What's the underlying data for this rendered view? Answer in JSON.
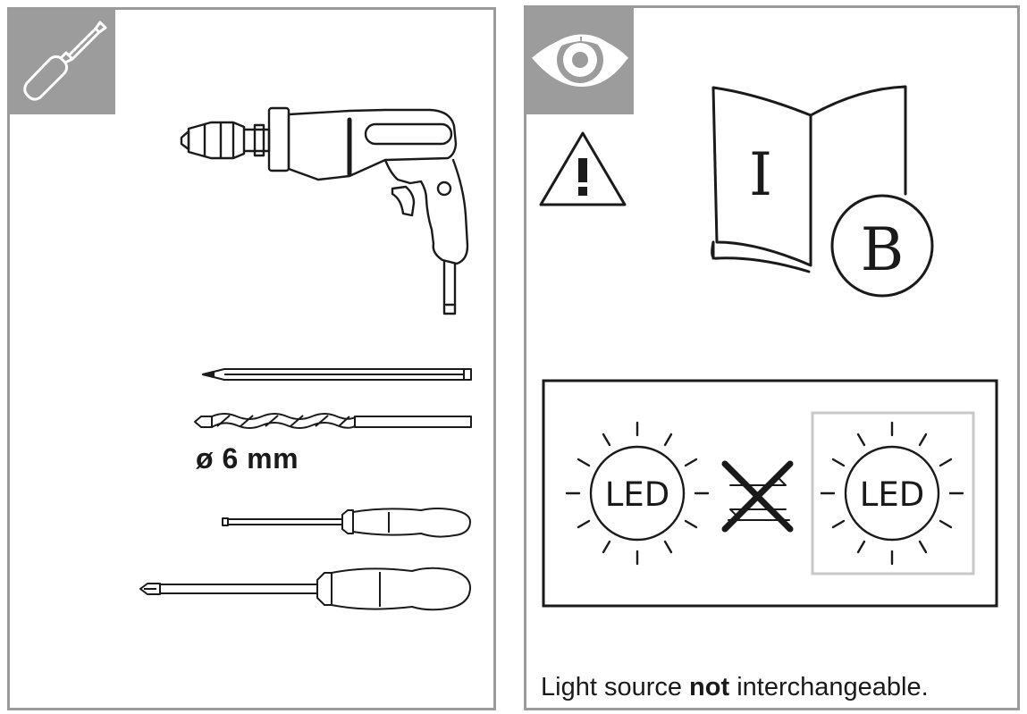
{
  "tools": {
    "drill_bit_diameter": "ø 6 mm"
  },
  "icons": {
    "left_tab": "screwdriver-icon",
    "right_tab": "eye-icon",
    "warning": "warning-triangle-icon"
  },
  "manual": {
    "page_letter": "I",
    "circle_letter": "B"
  },
  "led": {
    "left_label": "LED",
    "right_label": "LED"
  },
  "caption": {
    "prefix": "Light source ",
    "emphasis": "not",
    "suffix": " interchangeable."
  },
  "colors": {
    "tab_gray": "#9c9c9c",
    "border_gray": "#9b9b9b",
    "line": "#1a1a1a"
  }
}
